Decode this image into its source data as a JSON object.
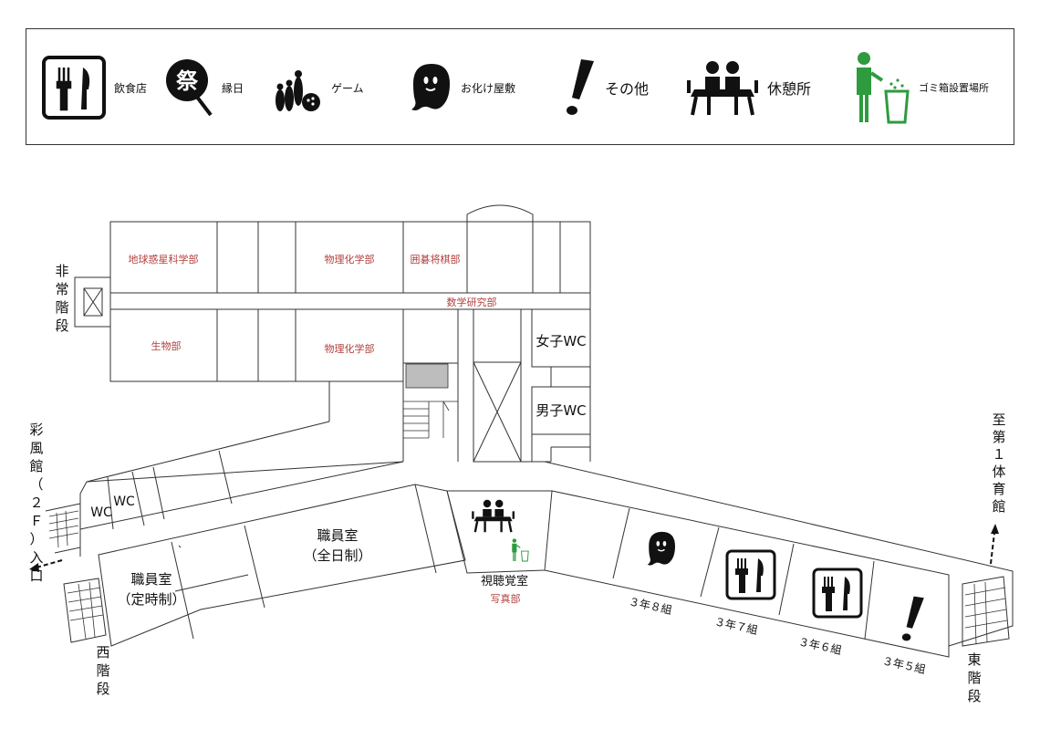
{
  "legend": {
    "food": "飲食店",
    "festival": "縁日",
    "game": "ゲーム",
    "haunted": "お化け屋敷",
    "other": "その他",
    "rest": "休憩所",
    "trash": "ゴミ箱設置場所"
  },
  "rooms": {
    "earth_science": "地球惑星科学部",
    "physics_chem_top": "物理化学部",
    "go_shogi": "囲碁将棋部",
    "math": "数学研究部",
    "biology": "生物部",
    "physics_chem_bottom": "物理化学部",
    "girls_wc": "女子WC",
    "boys_wc": "男子WC",
    "wc1": "WC",
    "wc2": "WC",
    "staff_full": "職員室",
    "staff_full_sub": "（全日制）",
    "staff_part": "職員室",
    "staff_part_sub": "（定時制）",
    "av_room": "視聴覚室",
    "photo_club": "写真部",
    "class_8": "３年８組",
    "class_7": "３年７組",
    "class_6": "３年６組",
    "class_5": "３年５組"
  },
  "vertical": {
    "emergency_stairs": "非常階段",
    "saifu_entrance": "彩風館（２Ｆ）入口",
    "west_stairs": "西階段",
    "east_stairs": "東階段",
    "to_gym": "至第１体育館"
  },
  "colors": {
    "room_text": "#b1413e",
    "trash_green": "#2e9b3f",
    "line": "#333333"
  }
}
